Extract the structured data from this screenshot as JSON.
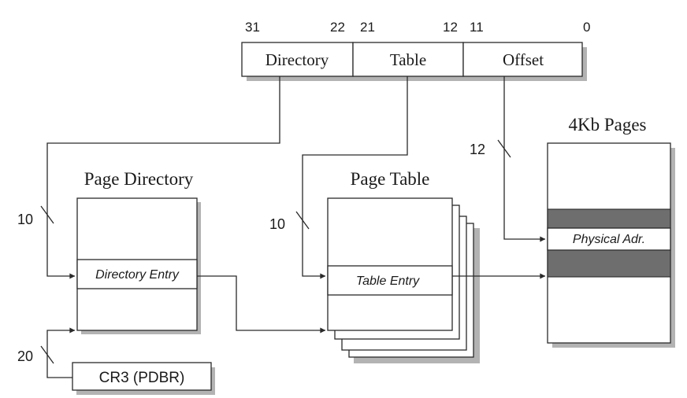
{
  "linear_address": {
    "bit_labels": [
      "31",
      "22",
      "21",
      "12",
      "11",
      "0"
    ],
    "fields": [
      "Directory",
      "Table",
      "Offset"
    ]
  },
  "page_directory": {
    "title": "Page Directory",
    "entry_label": "Directory Entry"
  },
  "page_table": {
    "title": "Page Table",
    "entry_label": "Table Entry"
  },
  "pages": {
    "title": "4Kb Pages",
    "entry_label": "Physical Adr."
  },
  "register": {
    "label": "CR3 (PDBR)"
  },
  "bus_widths": {
    "directory": "10",
    "table": "10",
    "offset": "12",
    "cr3": "20"
  },
  "colors": {
    "line": "#2a2a2a",
    "shadow": "#b3b3b3",
    "shaded_band": "#6e6e6e"
  }
}
